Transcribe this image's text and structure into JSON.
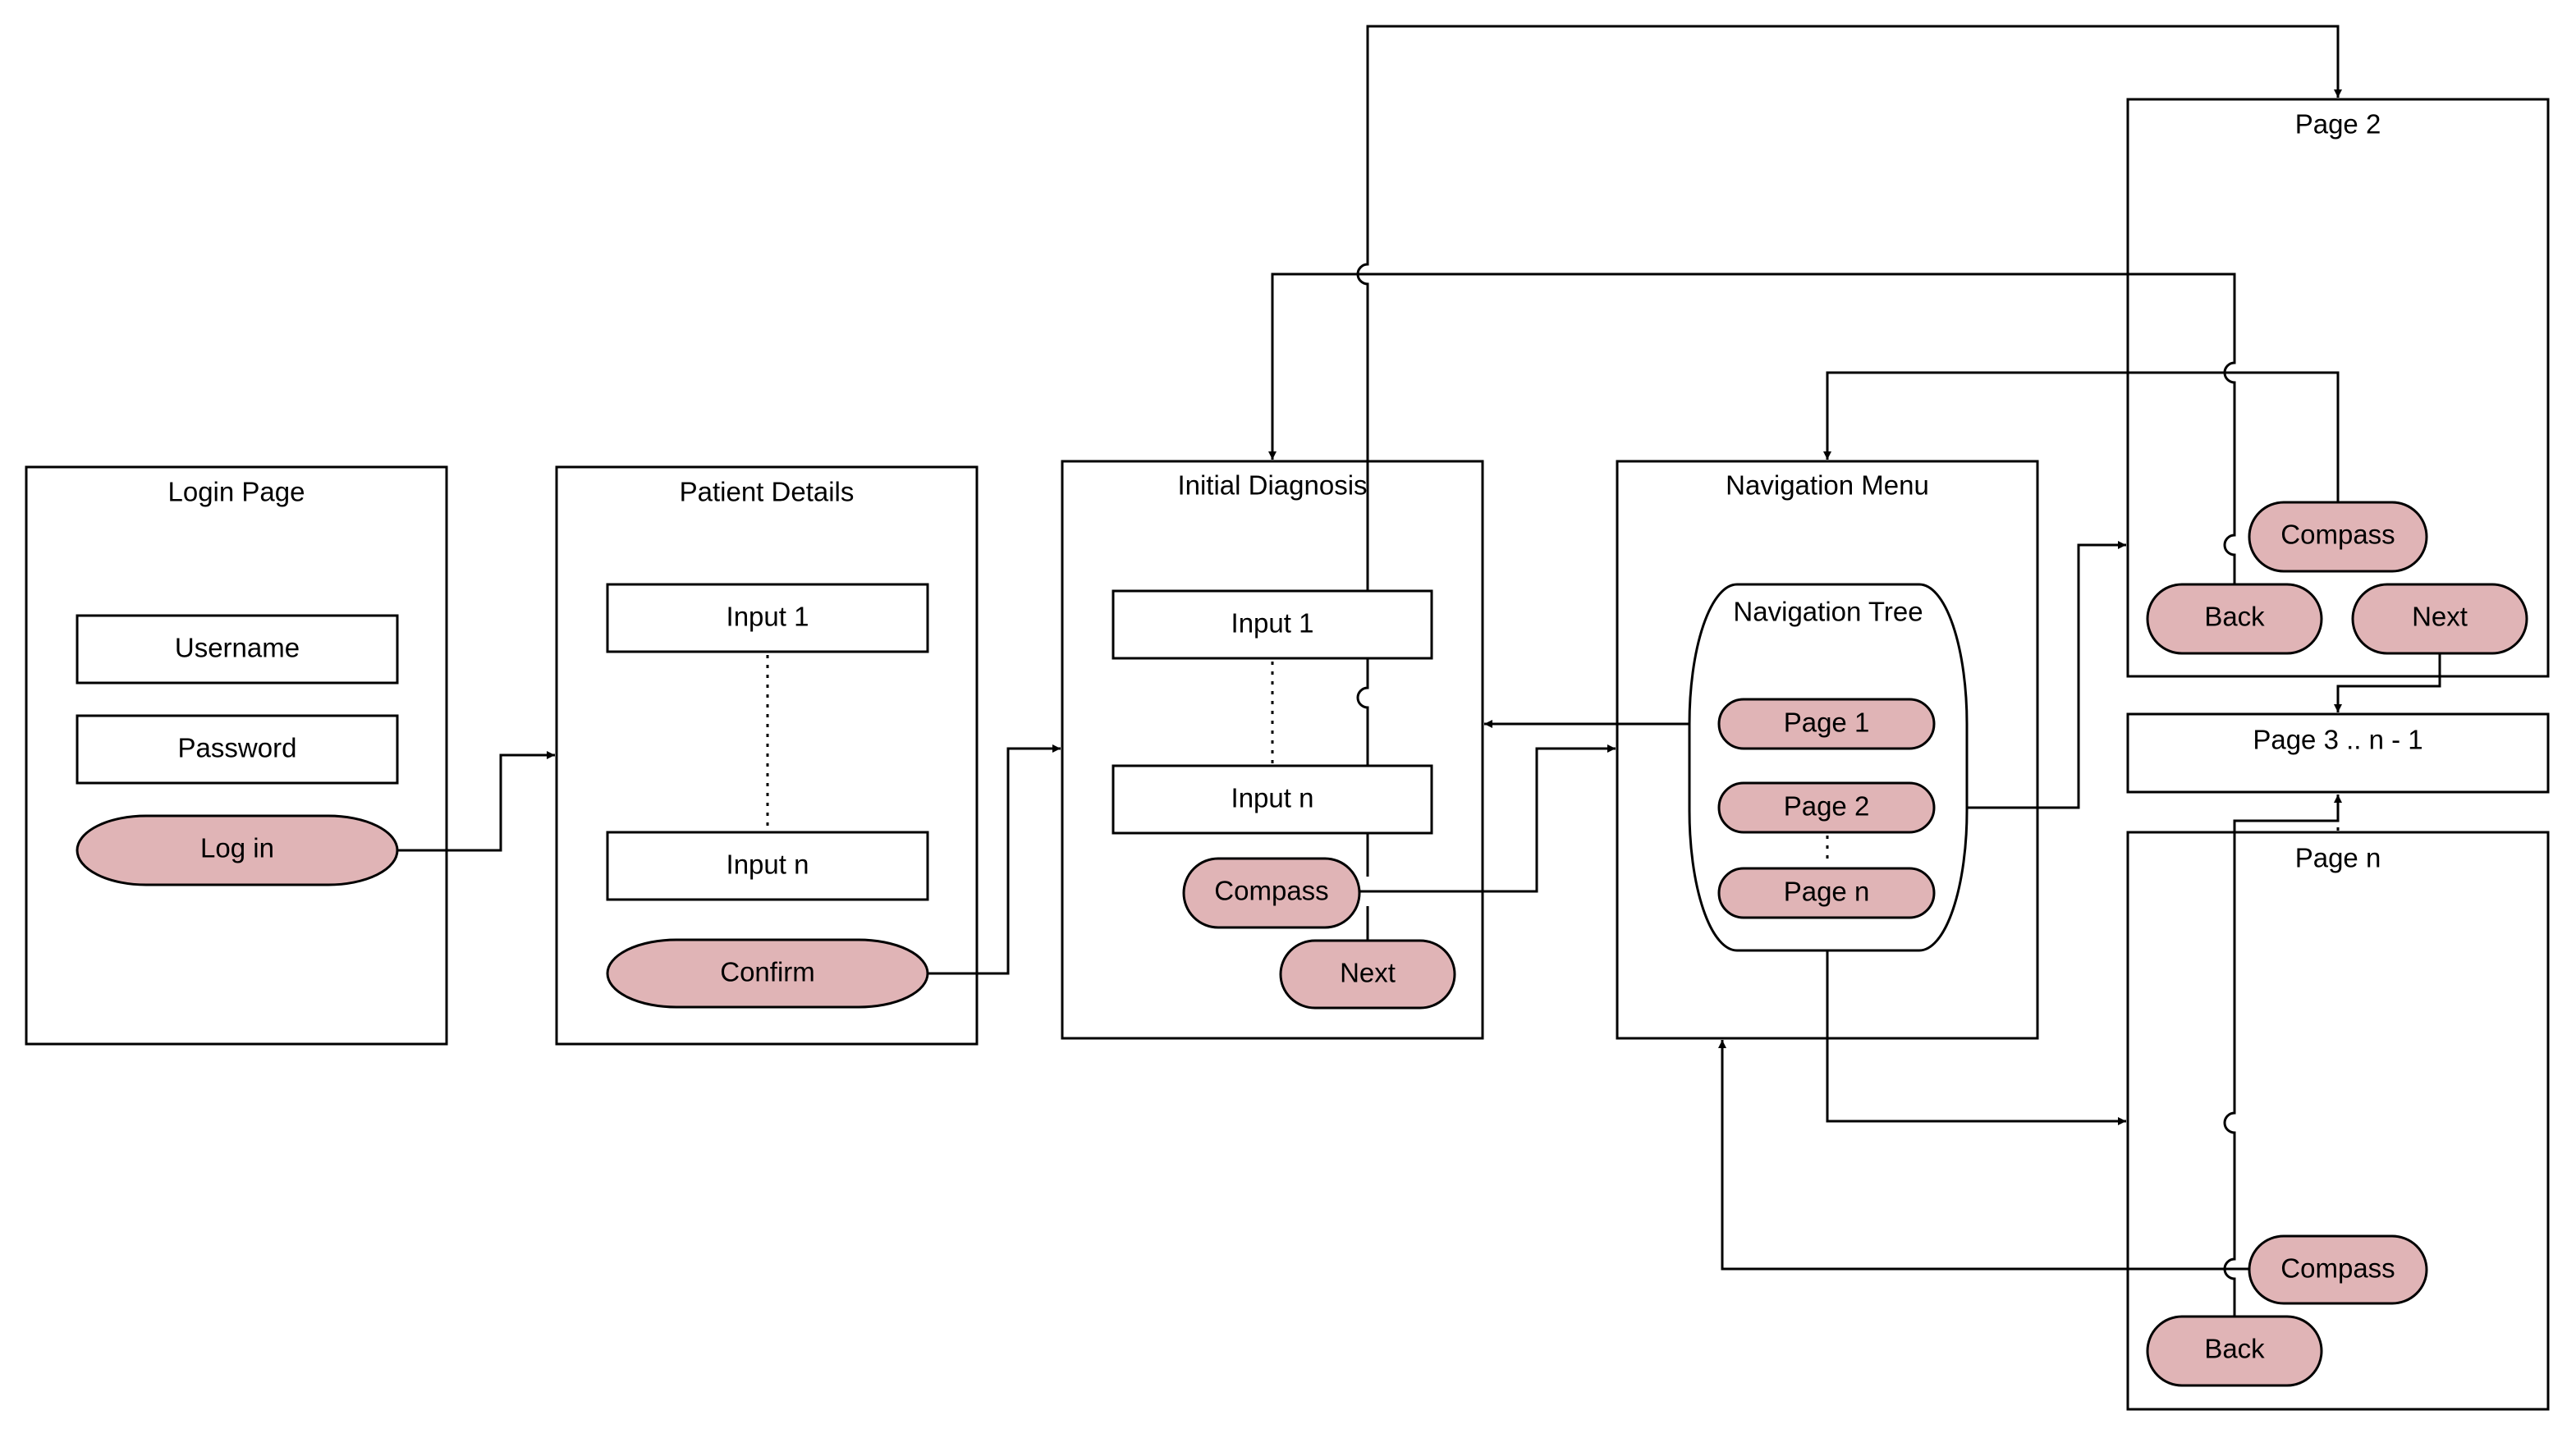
{
  "colors": {
    "button_fill": "#e0b4b6",
    "stroke": "#000000",
    "background": "#ffffff"
  },
  "login": {
    "title": "Login Page",
    "username": "Username",
    "password": "Password",
    "login_button": "Log in"
  },
  "patient": {
    "title": "Patient Details",
    "input_first": "Input 1",
    "input_last": "Input n",
    "confirm_button": "Confirm"
  },
  "diagnosis": {
    "title": "Initial Diagnosis",
    "input_first": "Input 1",
    "input_last": "Input n",
    "compass_button": "Compass",
    "next_button": "Next"
  },
  "navigation": {
    "title": "Navigation Menu",
    "tree_title": "Navigation Tree",
    "page1": "Page 1",
    "page2": "Page 2",
    "pagen": "Page n"
  },
  "page2": {
    "title": "Page 2",
    "compass_button": "Compass",
    "back_button": "Back",
    "next_button": "Next"
  },
  "page3": {
    "title": "Page 3 .. n - 1"
  },
  "pagen": {
    "title": "Page n",
    "compass_button": "Compass",
    "back_button": "Back"
  }
}
